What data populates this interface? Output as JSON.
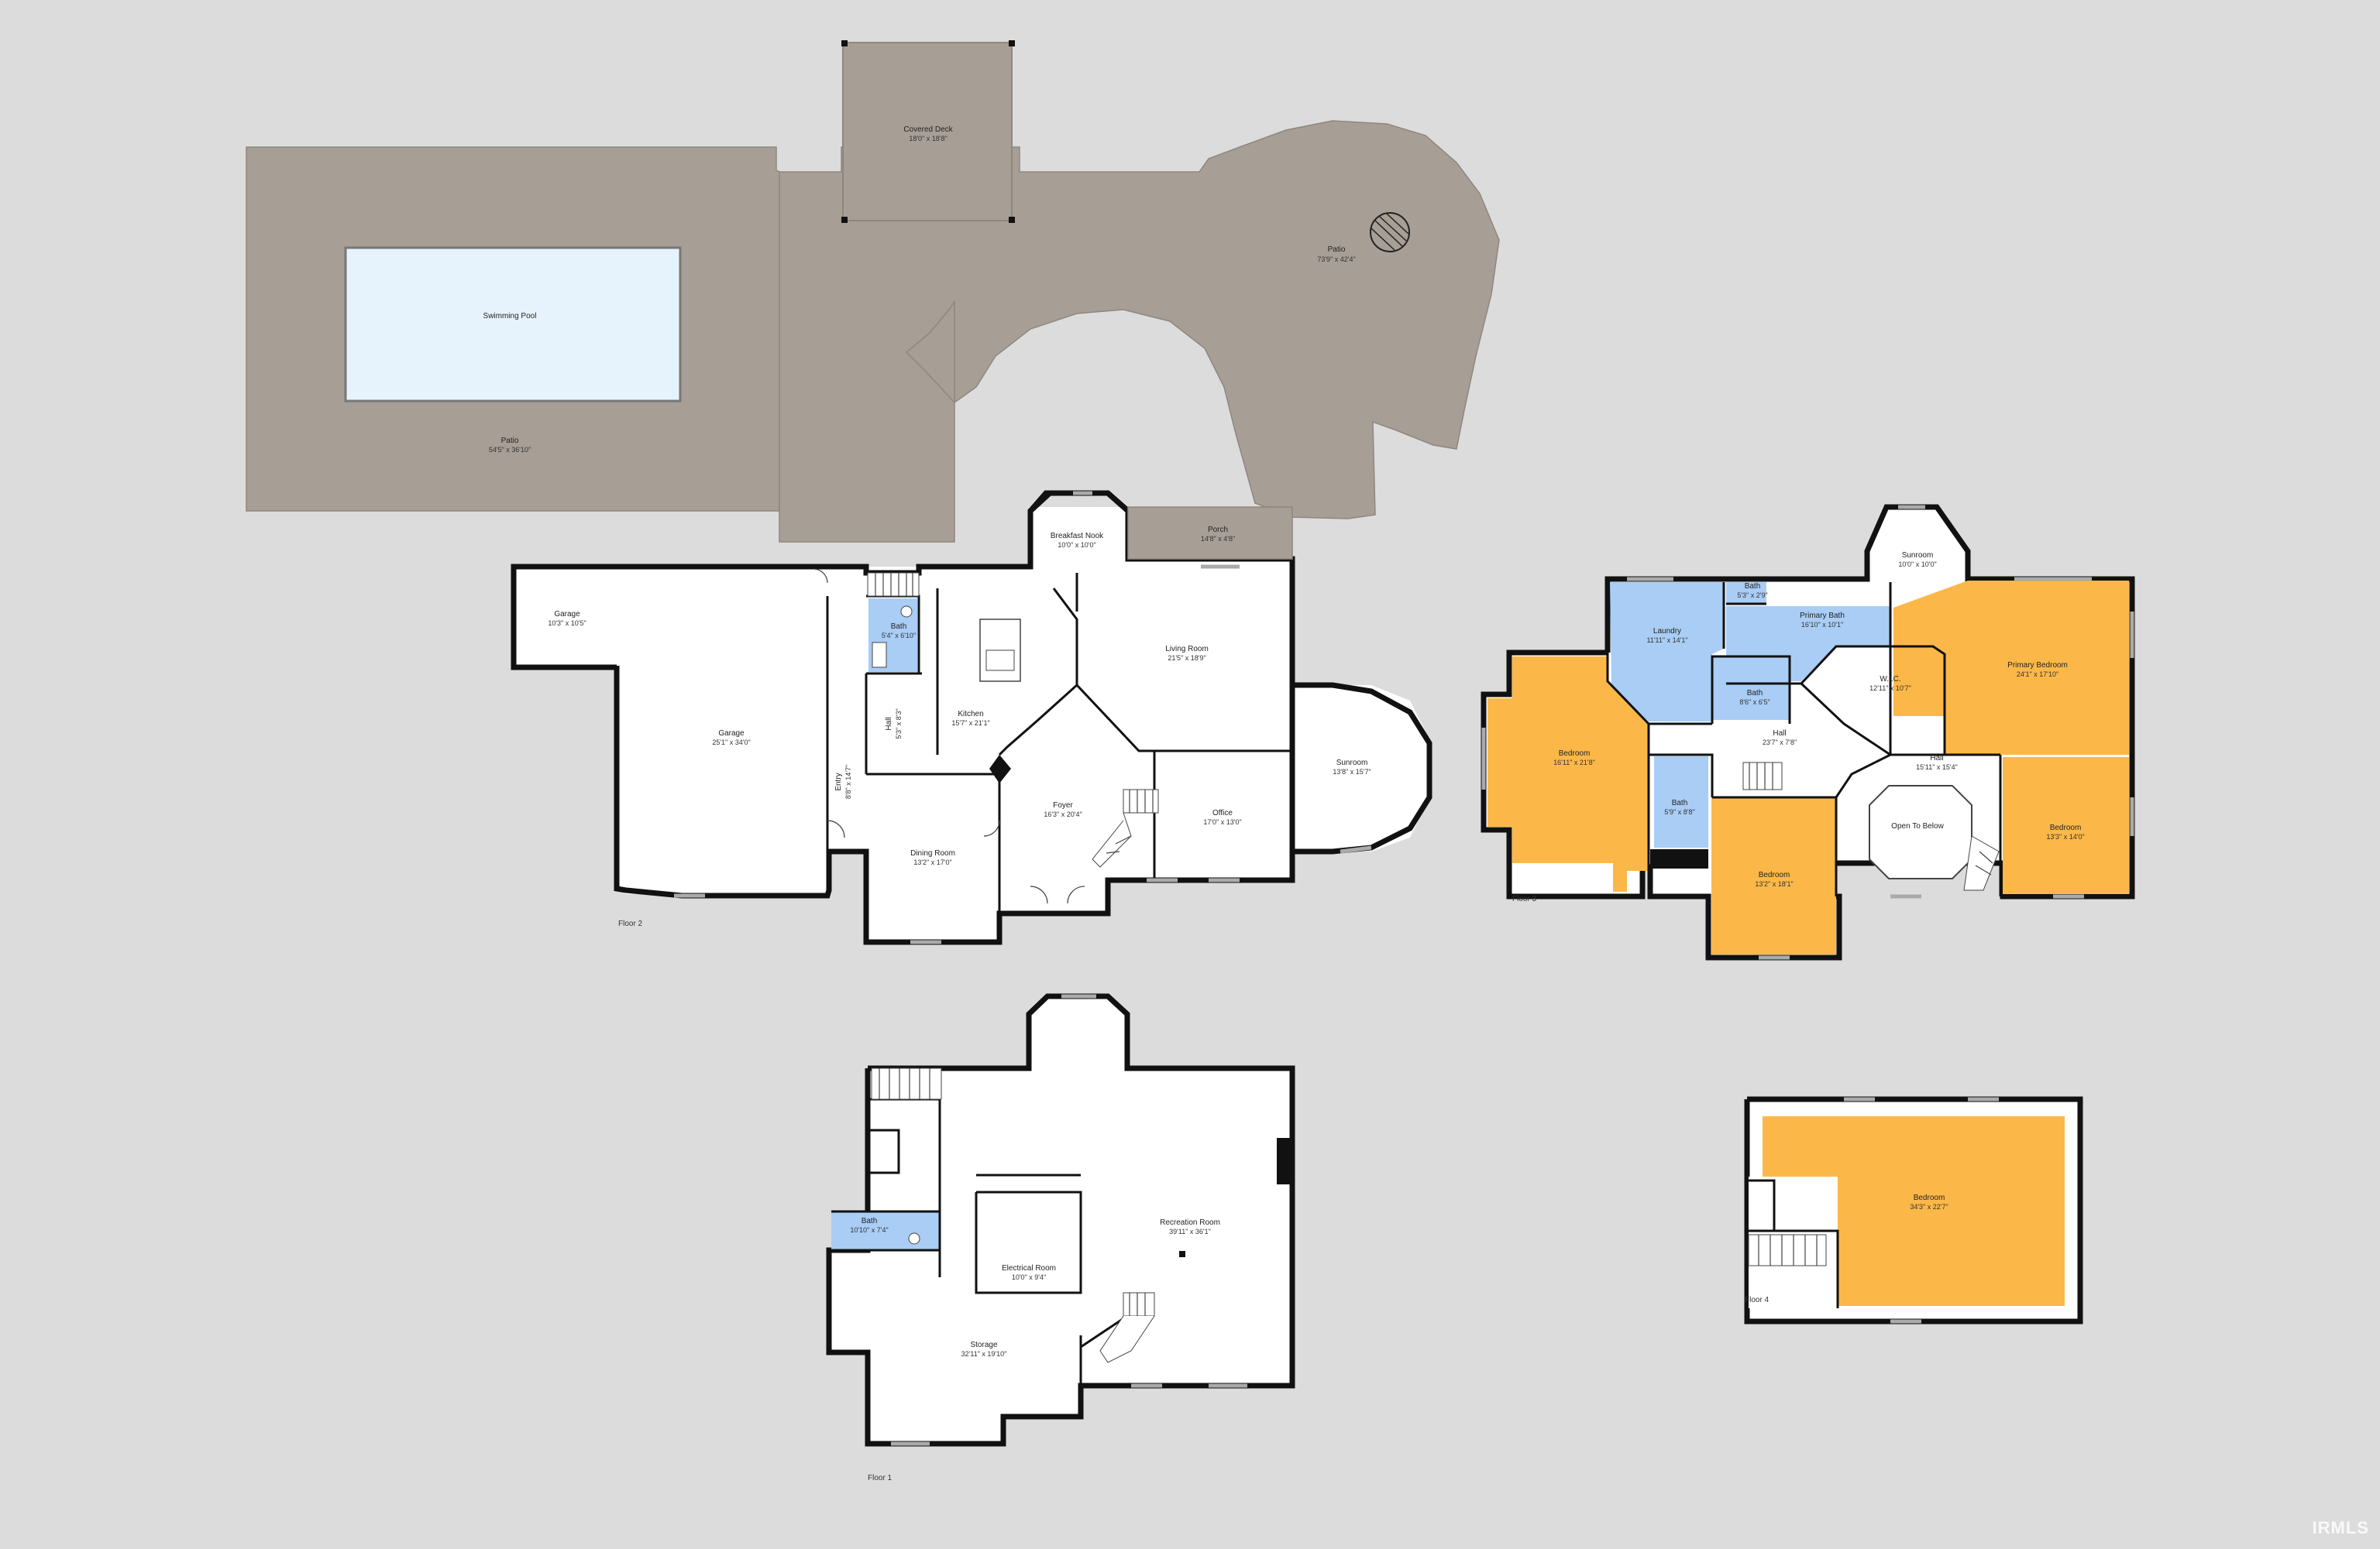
{
  "colors": {
    "background": "#dcdcdc",
    "patio": "#a79e95",
    "pool": "#e6f3fc",
    "room": "#ffffff",
    "bath": "#a9cdf5",
    "bedroom": "#fbb848",
    "wall": "#111111"
  },
  "rooms": {
    "covered_deck": {
      "name": "Covered Deck",
      "size": "18'0\" x 18'8\""
    },
    "patio_east": {
      "name": "Patio",
      "size": "73'9\" x 42'4\""
    },
    "swimming_pool": {
      "name": "Swimming Pool",
      "size": ""
    },
    "patio_west": {
      "name": "Patio",
      "size": "54'5\" x 36'10\""
    },
    "breakfast_nook": {
      "name": "Breakfast Nook",
      "size": "10'0\" x 10'0\""
    },
    "porch": {
      "name": "Porch",
      "size": "14'8\" x 4'8\""
    },
    "garage_small": {
      "name": "Garage",
      "size": "10'3\" x 10'5\""
    },
    "garage": {
      "name": "Garage",
      "size": "25'1\" x 34'0\""
    },
    "bath_f2": {
      "name": "Bath",
      "size": "5'4\" x 6'10\""
    },
    "hall_f2": {
      "name": "Hall",
      "size": "5'3\" x 8'3\""
    },
    "kitchen": {
      "name": "Kitchen",
      "size": "15'7\" x 21'1\""
    },
    "living_room": {
      "name": "Living Room",
      "size": "21'5\" x 18'9\""
    },
    "entry": {
      "name": "Entry",
      "size": "8'8\" x 14'7\""
    },
    "foyer": {
      "name": "Foyer",
      "size": "16'3\" x 20'4\""
    },
    "office": {
      "name": "Office",
      "size": "17'0\" x 13'0\""
    },
    "sunroom_f2": {
      "name": "Sunroom",
      "size": "13'8\" x 15'7\""
    },
    "dining_room": {
      "name": "Dining Room",
      "size": "13'2\" x 17'0\""
    },
    "laundry": {
      "name": "Laundry",
      "size": "11'11\" x 14'1\""
    },
    "bath_f3_top": {
      "name": "Bath",
      "size": "5'3\" x 2'9\""
    },
    "primary_bath": {
      "name": "Primary Bath",
      "size": "16'10\" x 10'1\""
    },
    "sunroom_f3": {
      "name": "Sunroom",
      "size": "10'0\" x 10'0\""
    },
    "primary_bedroom": {
      "name": "Primary Bedroom",
      "size": "24'1\" x 17'10\""
    },
    "bath_f3_mid": {
      "name": "Bath",
      "size": "8'6\" x 6'5\""
    },
    "wic": {
      "name": "W.I.C.",
      "size": "12'11\" x 10'7\""
    },
    "bedroom_west": {
      "name": "Bedroom",
      "size": "16'11\" x 21'8\""
    },
    "hall_f3": {
      "name": "Hall",
      "size": "23'7\" x 7'8\""
    },
    "hall_f3_east": {
      "name": "Hall",
      "size": "15'11\" x 15'4\""
    },
    "bath_f3_low": {
      "name": "Bath",
      "size": "5'9\" x 8'8\""
    },
    "open_to_below": {
      "name": "Open To Below",
      "size": ""
    },
    "bedroom_east": {
      "name": "Bedroom",
      "size": "13'3\" x 14'0\""
    },
    "bedroom_south": {
      "name": "Bedroom",
      "size": "13'2\" x 18'1\""
    },
    "bath_f1": {
      "name": "Bath",
      "size": "10'10\" x 7'4\""
    },
    "recreation_room": {
      "name": "Recreation Room",
      "size": "39'11\" x 36'1\""
    },
    "electrical_room": {
      "name": "Electrical Room",
      "size": "10'0\" x 9'4\""
    },
    "storage": {
      "name": "Storage",
      "size": "32'11\" x 19'10\""
    },
    "bedroom_f4": {
      "name": "Bedroom",
      "size": "34'3\" x 22'7\""
    }
  },
  "floors": {
    "floor1": "Floor 1",
    "floor2": "Floor 2",
    "floor3": "Floor 3",
    "floor4": "Floor 4"
  },
  "watermark": "IRMLS"
}
